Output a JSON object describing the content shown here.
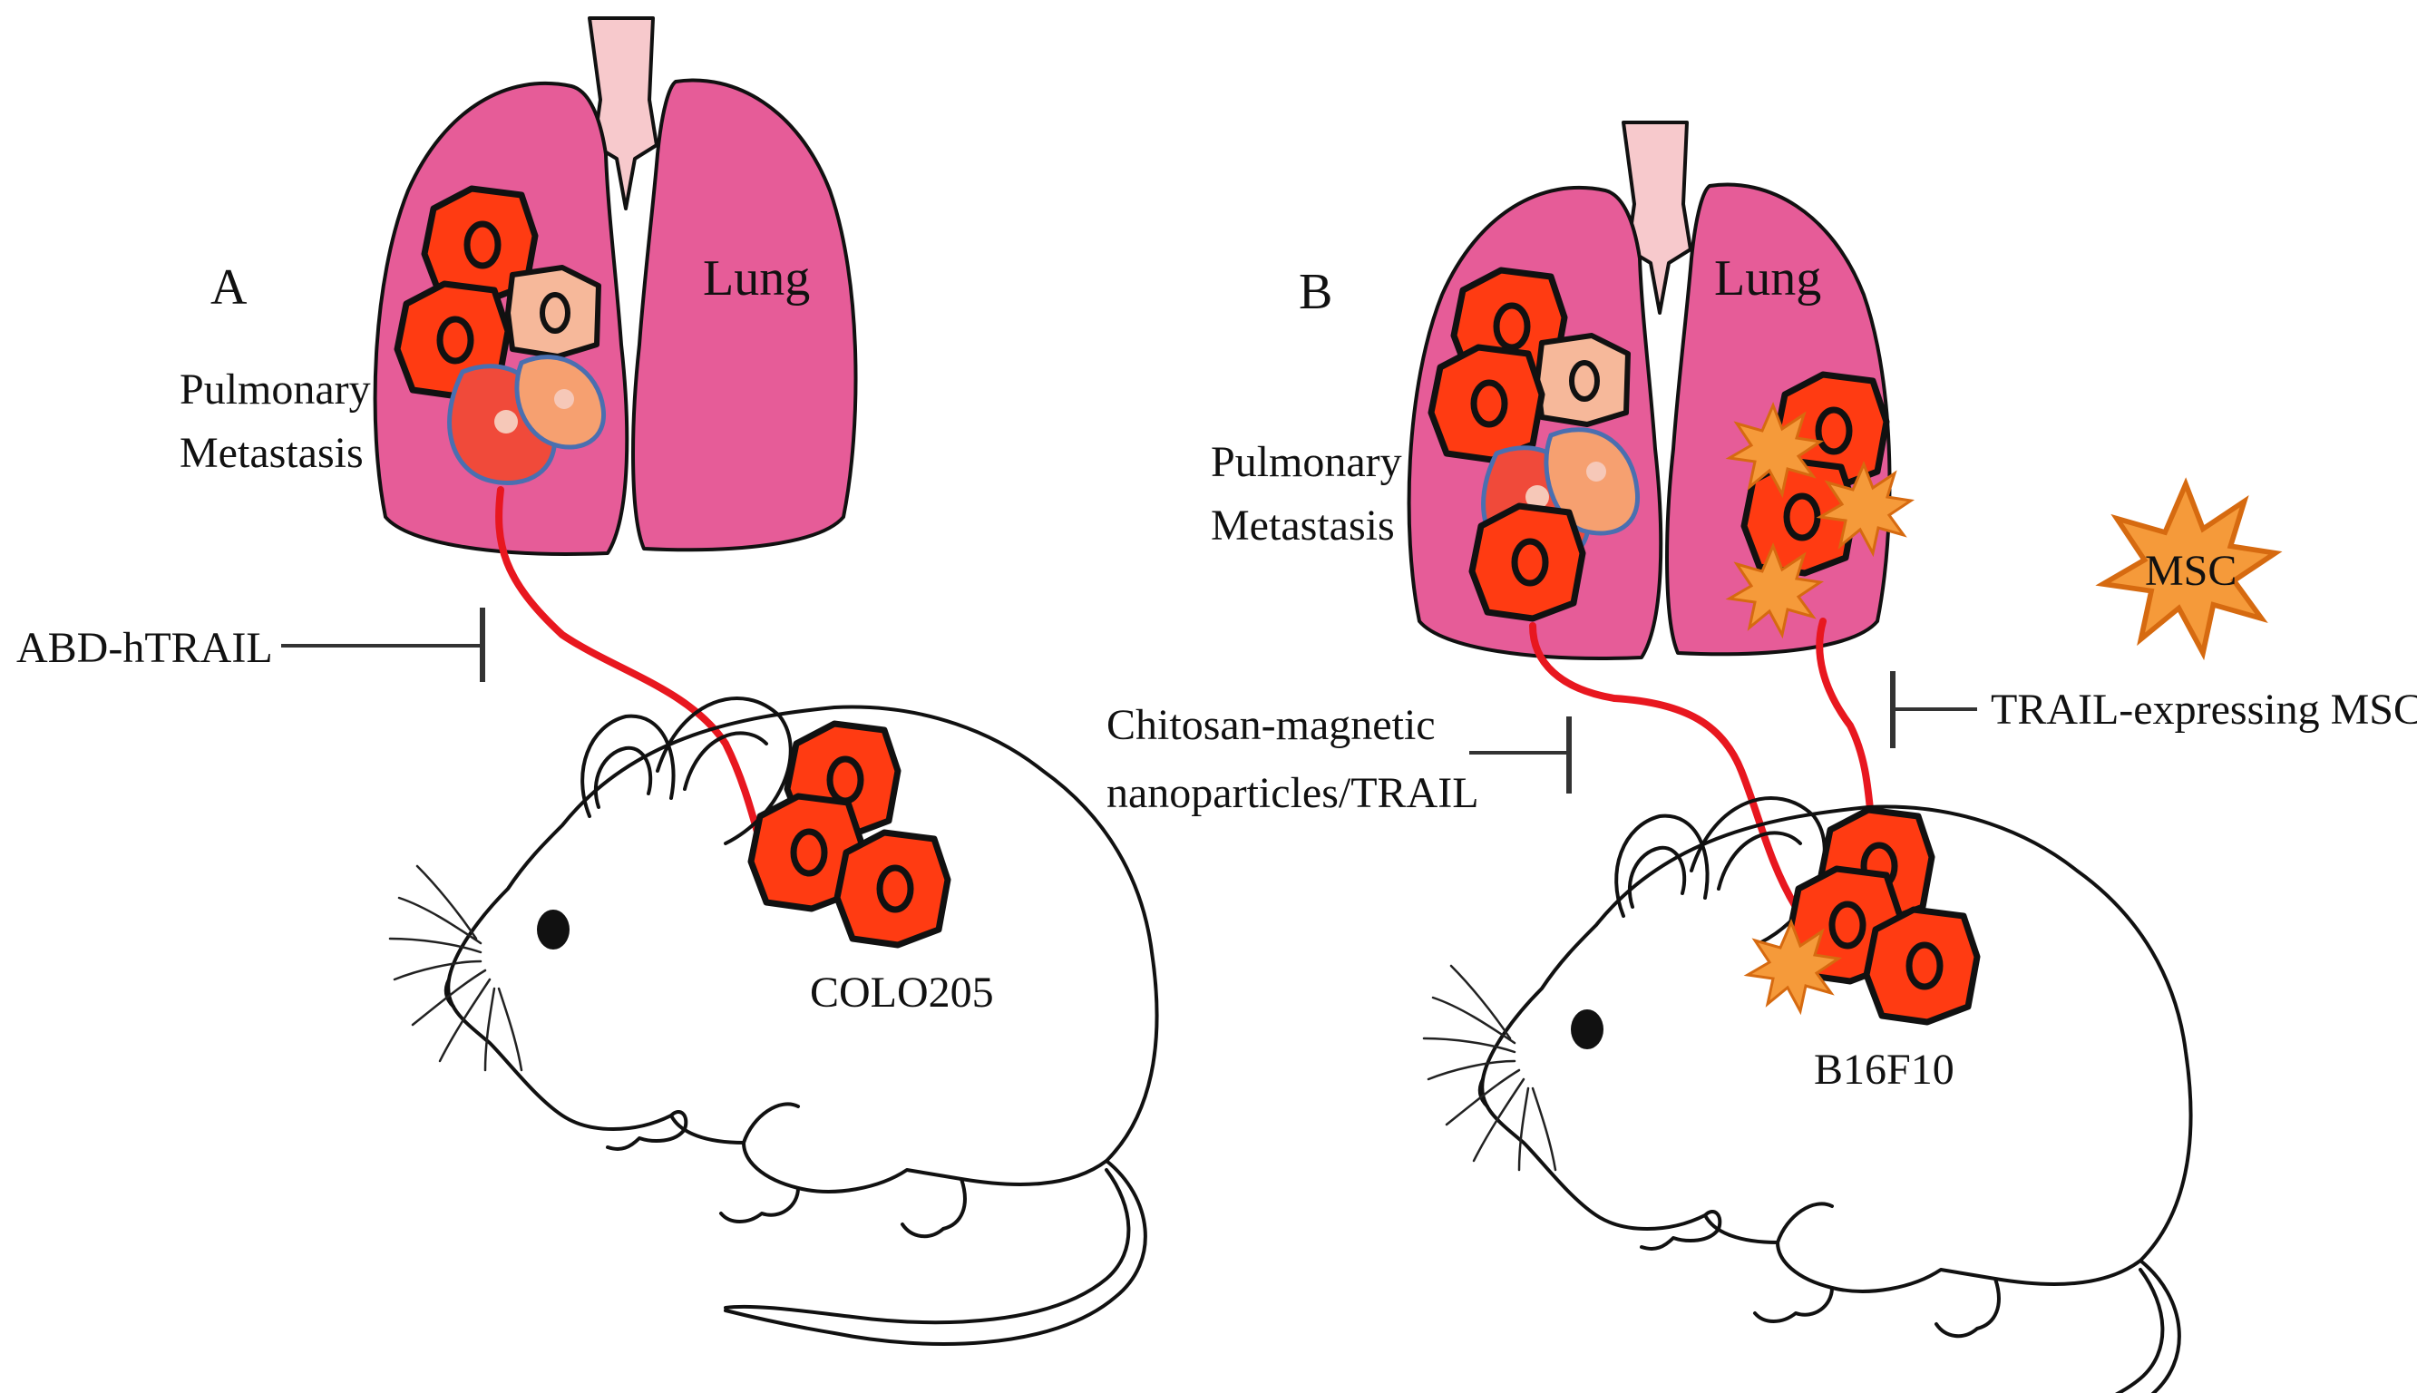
{
  "panel_a": {
    "letter": "A",
    "organ_label": "Lung",
    "metastasis_label_line1": "Pulmonary",
    "metastasis_label_line2": "Metastasis",
    "inhibitor_label": "ABD-hTRAIL",
    "tumor_label": "COLO205"
  },
  "panel_b": {
    "letter": "B",
    "organ_label": "Lung",
    "metastasis_label_line1": "Pulmonary",
    "metastasis_label_line2": "Metastasis",
    "inhibitor_left_line1": "Chitosan-magnetic",
    "inhibitor_left_line2": "nanoparticles/TRAIL",
    "inhibitor_right_label": "TRAIL-expressing MSCs",
    "msc_label": "MSC",
    "tumor_label": "B16F10"
  },
  "colors": {
    "lung": "#e65c98",
    "trachea": "#f7c9cc",
    "tumor_cell": "#ff3b12",
    "pale_cell": "#f6b89a",
    "msc": "#f59a3a",
    "metastasis_line": "#e8171f"
  }
}
